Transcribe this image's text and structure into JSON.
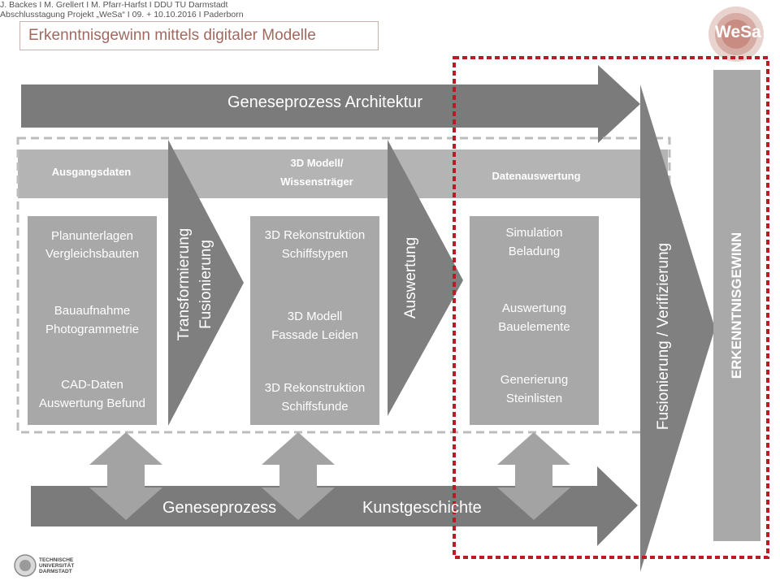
{
  "title": "Erkenntnisgewinn mittels digitaler Modelle",
  "logo_text": "WeSa",
  "top_arrow_label": "Geneseprozess Architektur",
  "bottom_arrow_label_1": "Geneseprozess",
  "bottom_arrow_label_2": "Kunstgeschichte",
  "phases": {
    "input": "Ausgangsdaten",
    "model_line1": "3D Modell/",
    "model_line2": "Wissensträger",
    "analysis": "Datenauswertung"
  },
  "boxes": {
    "left": [
      "Planunterlagen",
      "Vergleichsbauten",
      "Bauaufnahme",
      "Photogrammetrie",
      "CAD-Daten",
      "Auswertung Befund"
    ],
    "mid": [
      "3D Rekonstruktion",
      "Schiffstypen",
      "3D Modell",
      "Fassade Leiden",
      "3D Rekonstruktion",
      "Schiffsfunde"
    ],
    "right": [
      "Simulation",
      "Beladung",
      "Auswertung",
      "Bauelemente",
      "Generierung",
      "Steinlisten"
    ]
  },
  "connectors": {
    "transform_1": "Transformierung",
    "transform_2": "Fusionierung",
    "evaluation": "Auswertung",
    "fusion_verification": "Fusionierung / Verifizierung"
  },
  "result": "ERKENNTNISGEWINN",
  "footer": {
    "university": "TECHNISCHE UNIVERSITÄT DARMSTADT",
    "authors": "J. Backes I M. Grellert I M. Pfarr-Harfst I DDU TU Darmstadt",
    "event": "Abschlusstagung Projekt „WeSa“ I 09. + 10.10.2016 I Paderborn"
  },
  "colors": {
    "dark_arrow": "#7b7b7b",
    "mid_arrow": "#8c8c8c",
    "light_band": "#b4b4b4",
    "box": "#a8a8a8",
    "result_bar": "#a9a9a9",
    "highlight_frame": "#b81d24",
    "title": "#a0695f"
  }
}
